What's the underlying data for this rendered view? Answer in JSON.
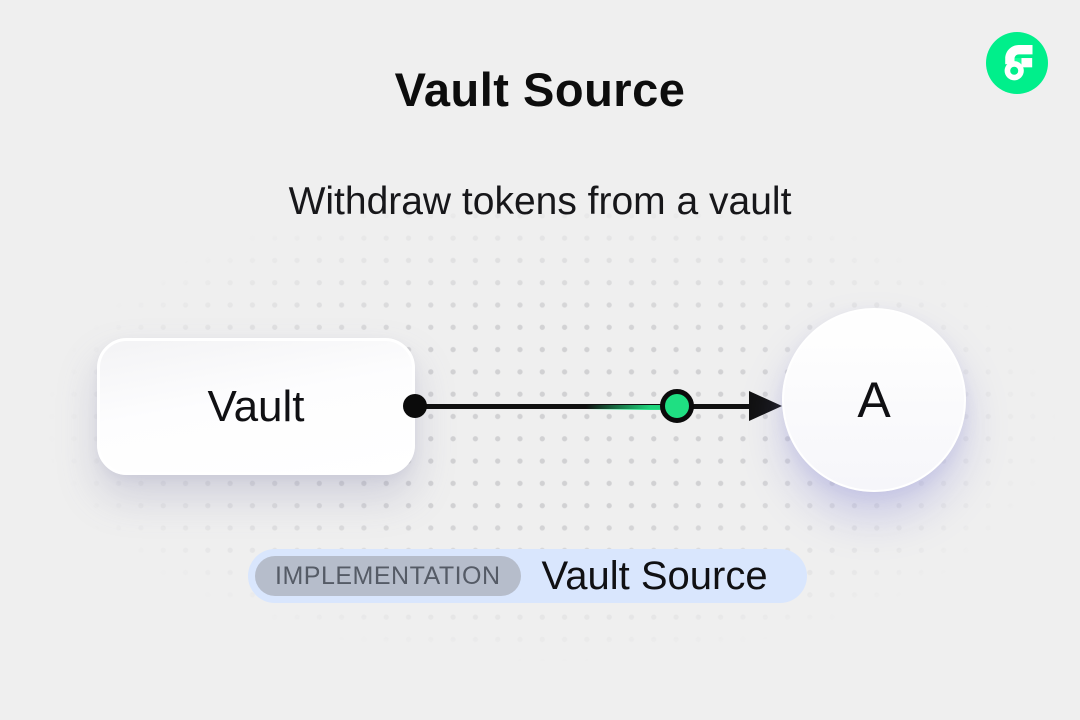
{
  "header": {
    "title": "Vault Source",
    "subtitle": "Withdraw tokens from a vault"
  },
  "logo": {
    "name": "flow-logo",
    "brand_green": "#00EF8B",
    "accent_green": "#16FF99"
  },
  "diagram": {
    "source_node": {
      "label": "Vault"
    },
    "target_node": {
      "label": "A"
    },
    "edge": {
      "start_dot_color": "#0b0b0b",
      "line_color": "#101010",
      "token_node_color": "#1FDF82"
    }
  },
  "footer": {
    "badge": "IMPLEMENTATION",
    "label": "Vault Source",
    "pill_color": "#D9E6FD",
    "badge_color": "#B6BDCB"
  },
  "background": {
    "color": "#EFEFEF",
    "dot_color": "#D4D4D5"
  }
}
